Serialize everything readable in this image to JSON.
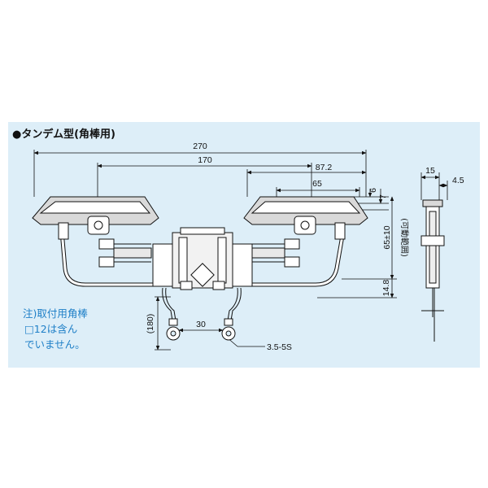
{
  "title": "●タンデム型(角棒用)",
  "note": {
    "line1": "注)取付用角棒",
    "line2": "□12は含ん",
    "line3": "でいません。"
  },
  "dimensions": {
    "overall_width": "270",
    "shoe_span": "170",
    "half_width": "87.2",
    "shoe_width": "65",
    "offset_6": "6",
    "offset_7": "7",
    "stroke": "65±10",
    "stroke_note": "(可動範囲)",
    "height_14_8": "14.8",
    "lead_length": "(180)",
    "terminal_pitch": "30",
    "terminal_type": "3.5-5S",
    "side_15": "15",
    "side_4_5": "4.5"
  },
  "colors": {
    "background": "#ddeef8",
    "line": "#111111",
    "shoe_fill": "#d9d9d9",
    "note_text": "#1e7fc7"
  }
}
